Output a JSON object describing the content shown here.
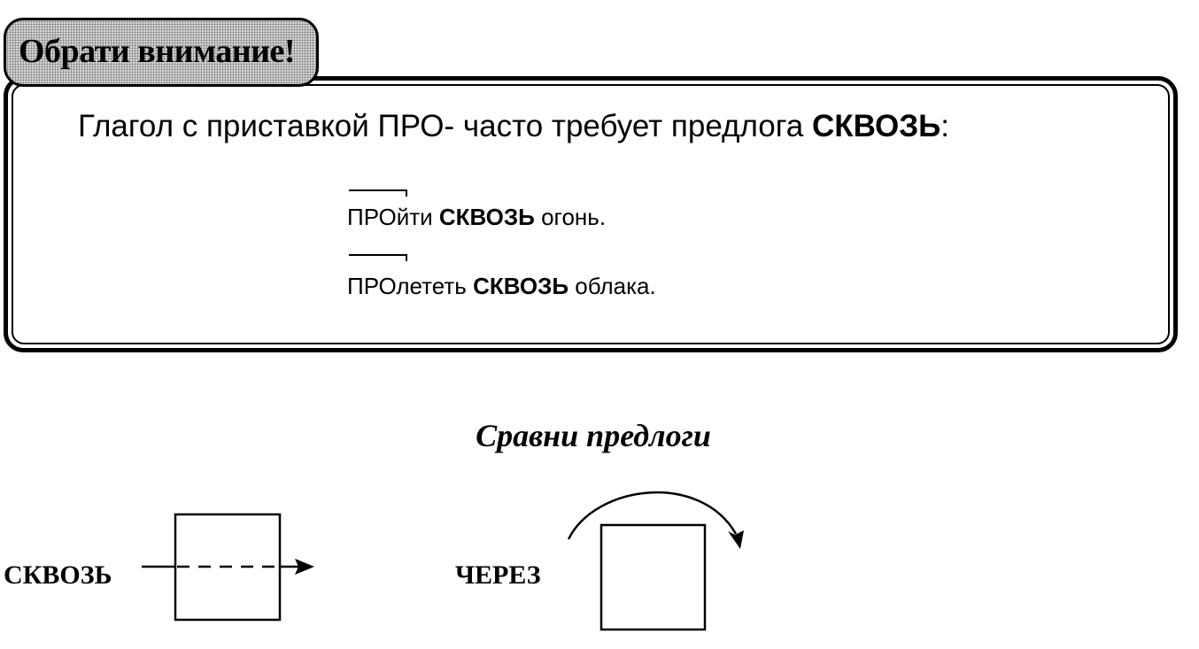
{
  "note": {
    "tab_label": "Обрати внимание!",
    "rule": {
      "text_before": "Глагол с приставкой ПРО- часто требует предлога ",
      "bold_word": "СКВОЗЬ",
      "text_after": ":"
    },
    "examples": [
      {
        "prefix": "ПРО",
        "rest": "йти ",
        "bold": "СКВОЗЬ",
        "tail": " огонь."
      },
      {
        "prefix": "ПРО",
        "rest": "лететь ",
        "bold": "СКВОЗЬ",
        "tail": " облака."
      }
    ]
  },
  "compare": {
    "title": "Сравни предлоги",
    "through_label": "СКВОЗЬ",
    "over_label": "ЧЕРЕЗ"
  }
}
